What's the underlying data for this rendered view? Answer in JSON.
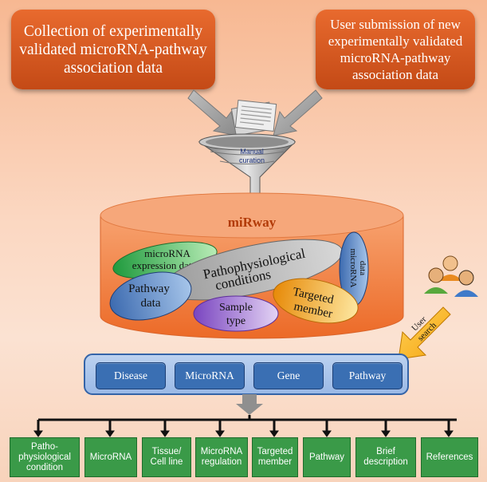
{
  "top_left_box": "Collection of experimentally validated microRNA-pathway association data",
  "top_right_box": "User submission of new experimentally validated microRNA-pathway association data",
  "funnel_label_1": "Manual",
  "funnel_label_2": "curation",
  "database_title": "miRway",
  "ellipses": {
    "expression_1": "microRNA",
    "expression_2": "expression data",
    "patho_1": "Pathophysiological",
    "patho_2": "conditions",
    "mirna_1": "microRNA",
    "mirna_2": "data",
    "pathway_1": "Pathway",
    "pathway_2": "data",
    "sample_1": "Sample",
    "sample_2": "type",
    "targeted_1": "Targeted",
    "targeted_2": "member"
  },
  "user_search_1": "User",
  "user_search_2": "search",
  "search_options": [
    "Disease",
    "MicroRNA",
    "Gene",
    "Pathway"
  ],
  "outputs": [
    "Patho-\nphysiological\ncondition",
    "MicroRNA",
    "Tissue/\nCell line",
    "MicroRNA\nregulation",
    "Targeted\nmember",
    "Pathway",
    "Brief\ndescription",
    "References"
  ],
  "colors": {
    "top_box": "#d65a22",
    "search_button": "#3a6fb3",
    "output_box": "#3a9a48",
    "database": "#f07a3a"
  }
}
